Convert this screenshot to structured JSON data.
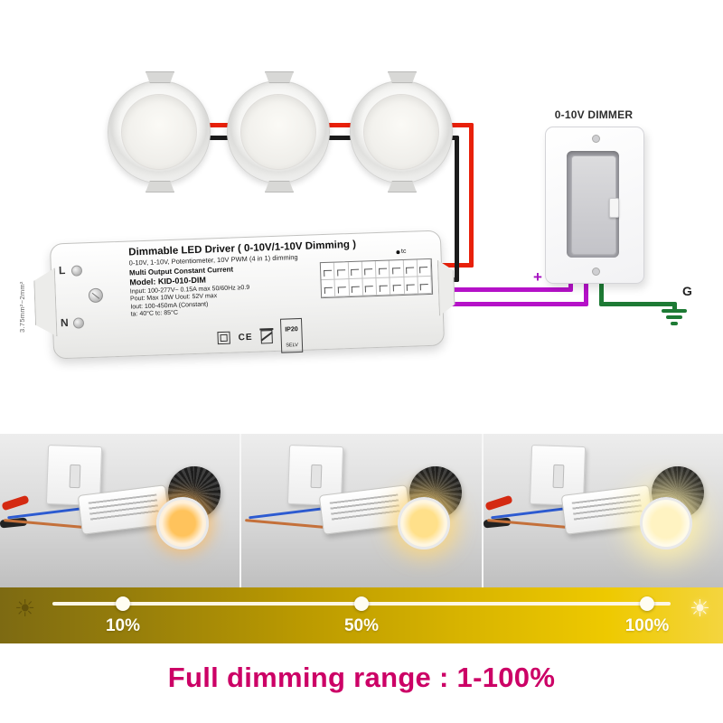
{
  "top_diagram": {
    "dimmer_label": "0-10V DIMMER",
    "plus_label": "+",
    "ground_label": "G",
    "terminal_l": "L",
    "terminal_n": "N",
    "wire_gauge": "3.75mm²~2mm²"
  },
  "driver_label": {
    "title": "Dimmable LED Driver ( 0-10V/1-10V Dimming )",
    "subtitle": "0-10V, 1-10V, Potentiometer, 10V PWM (4 in 1) dimming",
    "multi_output": "Multi Output Constant Current",
    "model": "Model: KID-010-DIM",
    "input": "Input: 100-277V~ 0.15A max 50/60Hz ≥0.9",
    "pout": "Pout: Max 10W  Uout: 52V max",
    "iout": "Iout: 100-450mA (Constant)",
    "temp": "ta: 40°C    tc: 85°C",
    "tc_mark": "tc",
    "ce_mark": "CE",
    "ip_rating": "IP20",
    "selv": "SELV"
  },
  "dimming_bar": {
    "stops": [
      {
        "label": "10%",
        "percent": 10
      },
      {
        "label": "50%",
        "percent": 50
      },
      {
        "label": "100%",
        "percent": 100
      }
    ]
  },
  "footer": {
    "text": "Full dimming range : 1-100%"
  },
  "icons": {
    "sun_dim": "☀",
    "sun_bright": "☀"
  },
  "colors": {
    "wire_red": "#e8200a",
    "wire_black": "#1b1b1b",
    "wire_dim_purple": "#b511c8",
    "wire_ground_green": "#1d7a34",
    "footer_text": "#cc0066",
    "bar_dark_gold": "#7d6a12",
    "bar_bright_gold": "#f4d53f"
  }
}
